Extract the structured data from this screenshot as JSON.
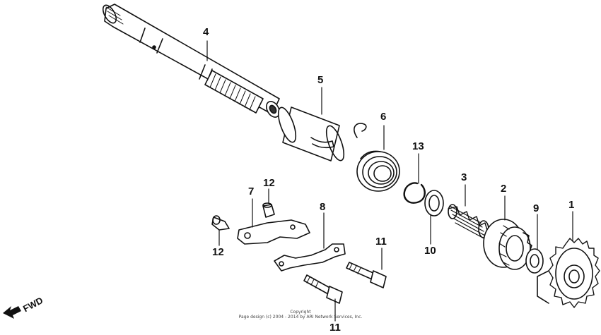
{
  "diagram": {
    "callouts": [
      {
        "id": "4",
        "label": "4"
      },
      {
        "id": "5",
        "label": "5"
      },
      {
        "id": "6",
        "label": "6"
      },
      {
        "id": "13",
        "label": "13"
      },
      {
        "id": "3",
        "label": "3"
      },
      {
        "id": "2",
        "label": "2"
      },
      {
        "id": "9",
        "label": "9"
      },
      {
        "id": "1",
        "label": "1"
      },
      {
        "id": "10",
        "label": "10"
      },
      {
        "id": "7",
        "label": "7"
      },
      {
        "id": "12a",
        "label": "12"
      },
      {
        "id": "8",
        "label": "8"
      },
      {
        "id": "12b",
        "label": "12"
      },
      {
        "id": "11a",
        "label": "11"
      },
      {
        "id": "11b",
        "label": "11"
      }
    ],
    "direction_label": "FWD",
    "copyright_line1": "Copyright",
    "copyright_line2": "Page design (c) 2004 - 2014 by ARI Network Services, Inc."
  }
}
